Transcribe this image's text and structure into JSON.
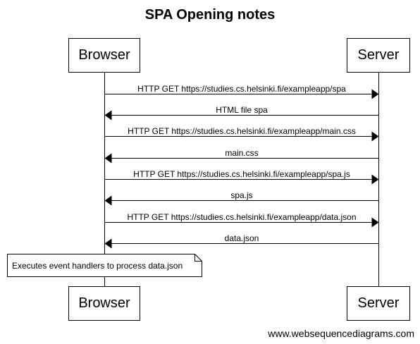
{
  "title": "SPA Opening notes",
  "participants": [
    {
      "id": "browser",
      "label": "Browser"
    },
    {
      "id": "server",
      "label": "Server"
    }
  ],
  "messages": [
    {
      "from": "browser",
      "to": "server",
      "label": "HTTP GET https://studies.cs.helsinki.fi/exampleapp/spa"
    },
    {
      "from": "server",
      "to": "browser",
      "label": "HTML file spa"
    },
    {
      "from": "browser",
      "to": "server",
      "label": "HTTP GET https://studies.cs.helsinki.fi/exampleapp/main.css"
    },
    {
      "from": "server",
      "to": "browser",
      "label": "main.css"
    },
    {
      "from": "browser",
      "to": "server",
      "label": "HTTP GET https://studies.cs.helsinki.fi/exampleapp/spa.js"
    },
    {
      "from": "server",
      "to": "browser",
      "label": "spa.js"
    },
    {
      "from": "browser",
      "to": "server",
      "label": "HTTP GET https://studies.cs.helsinki.fi/exampleapp/data.json"
    },
    {
      "from": "server",
      "to": "browser",
      "label": "data.json"
    }
  ],
  "note": {
    "over": "browser",
    "text": "Executes event handlers to process data.json"
  },
  "footer": "www.websequencediagrams.com"
}
